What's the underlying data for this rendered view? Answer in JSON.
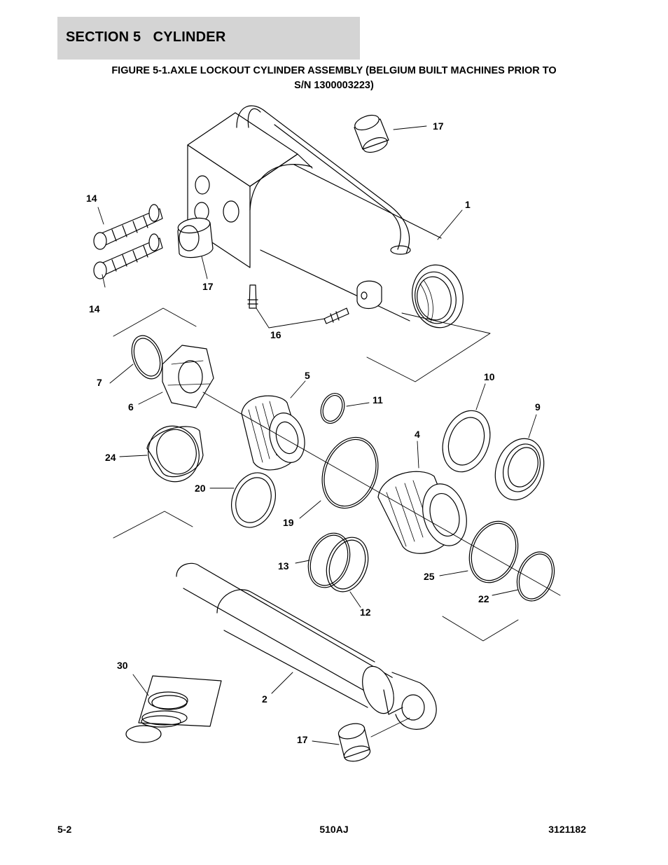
{
  "header": {
    "section": "SECTION 5   CYLINDER"
  },
  "figure": {
    "title_line1": "FIGURE 5-1.AXLE LOCKOUT CYLINDER ASSEMBLY (BELGIUM BUILT MACHINES PRIOR TO",
    "title_line2": "S/N 1300003223)"
  },
  "callouts": {
    "c1": "1",
    "c2": "2",
    "c4": "4",
    "c5": "5",
    "c6": "6",
    "c7": "7",
    "c9": "9",
    "c10": "10",
    "c11": "11",
    "c12": "12",
    "c13": "13",
    "c14a": "14",
    "c14b": "14",
    "c16": "16",
    "c17a": "17",
    "c17b": "17",
    "c17c": "17",
    "c19": "19",
    "c20": "20",
    "c22": "22",
    "c24": "24",
    "c25": "25",
    "c30": "30"
  },
  "footer": {
    "page": "5-2",
    "model": "510AJ",
    "doc_number": "3121182"
  }
}
